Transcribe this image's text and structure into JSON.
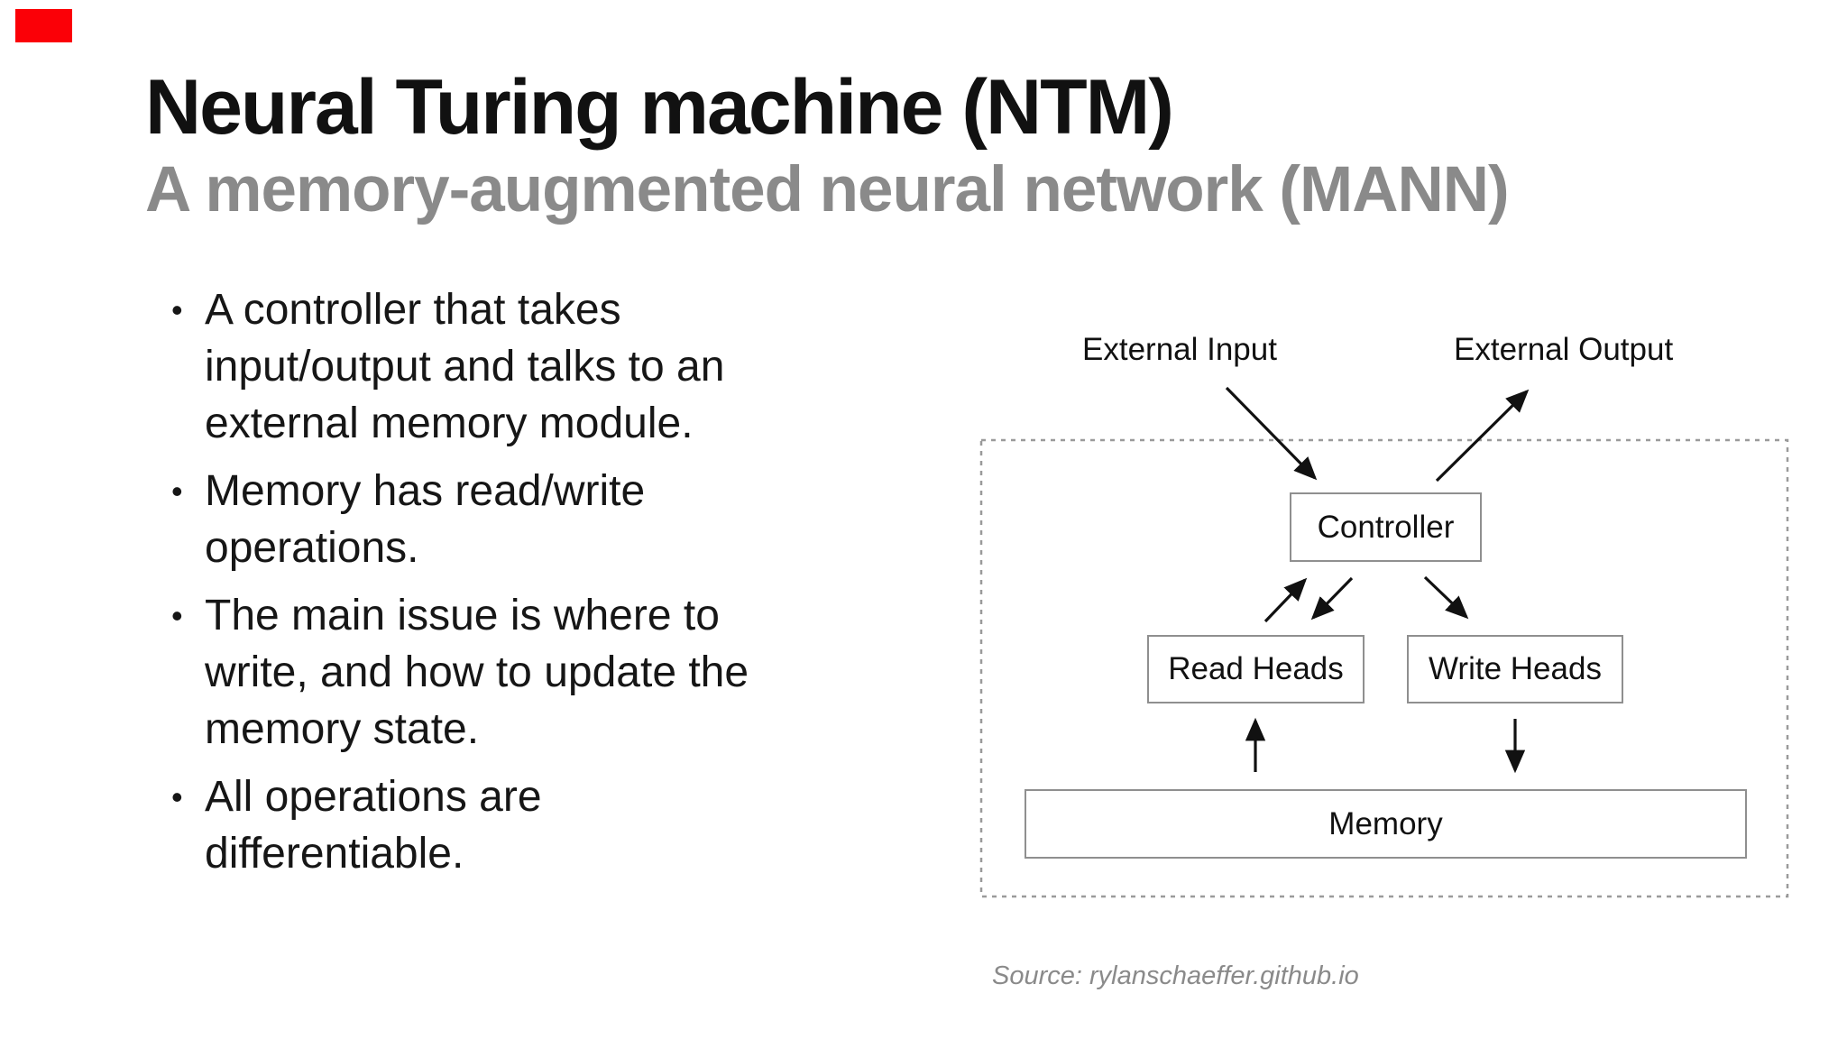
{
  "header": {
    "title": "Neural Turing machine (NTM)",
    "subtitle": "A memory-augmented neural network (MANN)"
  },
  "bullet_glyph": "•",
  "bullets": [
    {
      "lines": [
        "A controller that takes",
        "input/output and talks to an",
        "external memory module."
      ]
    },
    {
      "lines": [
        "Memory has read/write",
        "operations."
      ]
    },
    {
      "lines": [
        "The main issue is where to",
        "write, and how to update the",
        "memory state."
      ]
    },
    {
      "lines": [
        "All operations are",
        "differentiable."
      ]
    }
  ],
  "diagram": {
    "external_input": "External Input",
    "external_output": "External Output",
    "controller": "Controller",
    "read_heads": "Read Heads",
    "write_heads": "Write Heads",
    "memory": "Memory"
  },
  "footer": {
    "source": "Source: rylanschaeffer.github.io"
  },
  "colors": {
    "background": "#ffffff",
    "title": "#111111",
    "subtitle": "#8a8a8a",
    "body_text": "#161616",
    "box_border": "#8f8f8f",
    "dashed_frame": "#9a9a9a",
    "arrow": "#111111",
    "record_indicator_red": "#fb0007",
    "source_text": "#8a8a8a"
  }
}
